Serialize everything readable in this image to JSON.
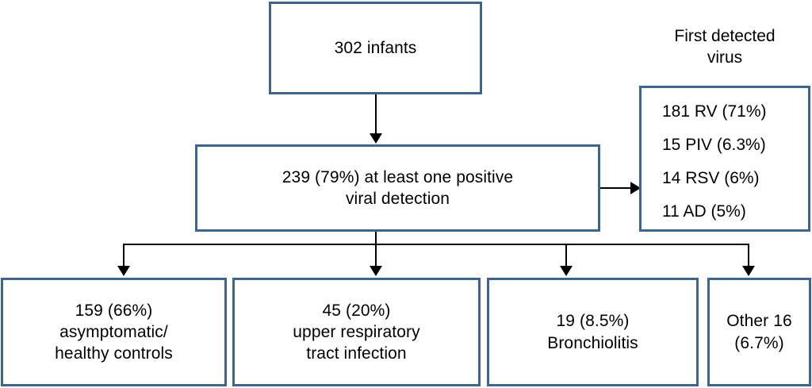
{
  "diagram": {
    "type": "flowchart",
    "title_caption": "First detected\nvirus",
    "nodes": {
      "total": "302 infants",
      "positive": "239 (79%) at least one positive\nviral detection",
      "asymptomatic": "159 (66%)\nasymptomatic/\nhealthy controls",
      "urti": "45 (20%)\nupper respiratory\ntract infection",
      "bronchiolitis": "19 (8.5%)\nBronchiolitis",
      "other": "Other 16\n(6.7%)"
    },
    "virus_list": [
      "181 RV (71%)",
      "15 PIV (6.3%)",
      "14 RSV (6%)",
      "11 AD (5%)"
    ],
    "colors": {
      "box_border": "#40658a",
      "connector": "#000000",
      "background": "#ffffff",
      "text": "#000000"
    }
  }
}
